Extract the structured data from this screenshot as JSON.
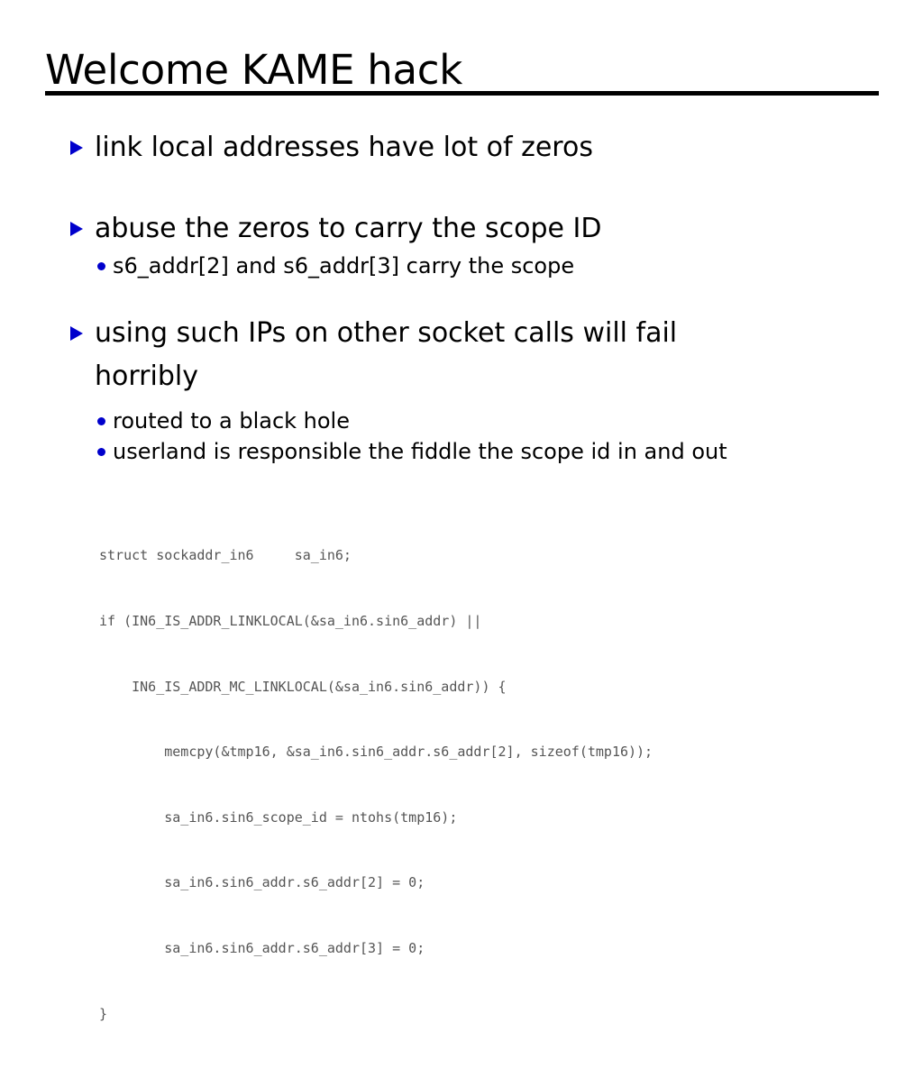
{
  "slide": {
    "title": "Welcome KAME hack",
    "background_color": "#ffffff",
    "text_color": "#000000",
    "bullet_color": "#0000CC",
    "code_color": "#555555",
    "bullets": [
      {
        "level": 1,
        "text": "link local addresses have lot of zeros",
        "marker": "triangle-right"
      },
      {
        "level": 1,
        "text": "abuse the zeros to carry the scope ID",
        "marker": "triangle-right"
      },
      {
        "level": 2,
        "text": "s6_addr[2] and s6_addr[3] carry the scope",
        "marker": "dot"
      },
      {
        "level": 1,
        "text": "using such IPs on other socket calls will fail horribly",
        "marker": "triangle-right"
      },
      {
        "level": 2,
        "text": "routed to a black hole",
        "marker": "dot"
      },
      {
        "level": 2,
        "text": "userland is responsible the fiddle the scope id in and out",
        "marker": "dot"
      }
    ],
    "code": {
      "language": "c",
      "lines": [
        "struct sockaddr_in6     sa_in6;",
        "if (IN6_IS_ADDR_LINKLOCAL(&sa_in6.sin6_addr) ||",
        "    IN6_IS_ADDR_MC_LINKLOCAL(&sa_in6.sin6_addr)) {",
        "        memcpy(&tmp16, &sa_in6.sin6_addr.s6_addr[2], sizeof(tmp16));",
        "        sa_in6.sin6_scope_id = ntohs(tmp16);",
        "        sa_in6.sin6_addr.s6_addr[2] = 0;",
        "        sa_in6.sin6_addr.s6_addr[3] = 0;",
        "}"
      ]
    }
  }
}
